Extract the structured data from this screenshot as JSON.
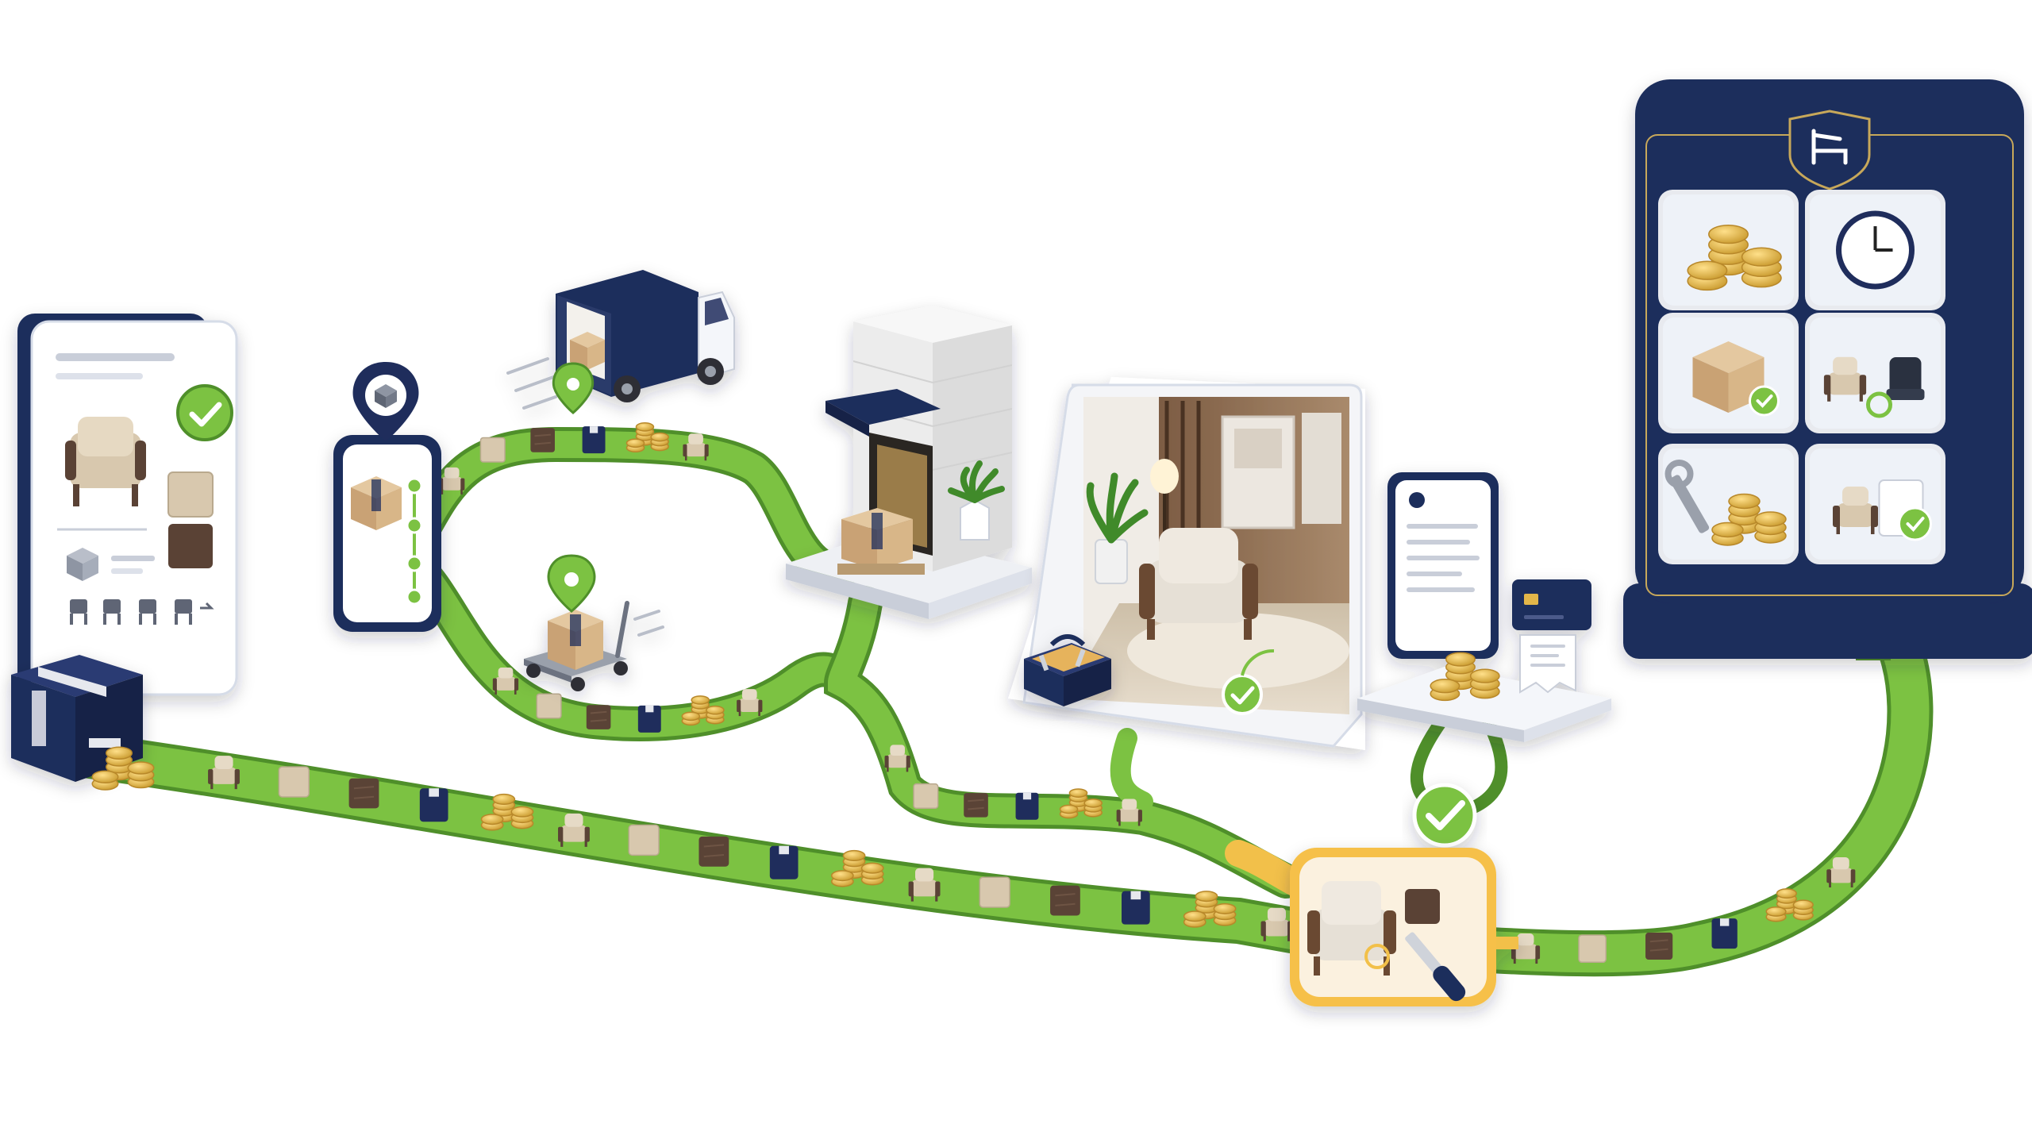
{
  "colors": {
    "navy": "#1f2d5c",
    "navy_dark": "#162246",
    "green": "#7cc242",
    "green_dark": "#4f8f2a",
    "gold": "#e3b64a",
    "amber": "#f2c04a",
    "fabric": "#d8c8ae",
    "walnut": "#5a4336",
    "panel": "#eef2f8",
    "white": "#ffffff"
  },
  "icons": {
    "catalog": "catalog-tablet-icon",
    "order_box": "order-box-icon",
    "tracking_phone": "tracking-phone-icon",
    "truck": "delivery-truck-icon",
    "cart": "hand-cart-icon",
    "pickup_point": "pickup-point-icon",
    "room": "room-setup-icon",
    "toolbox": "toolbox-icon",
    "invoice": "invoice-icon",
    "payment_card": "payment-card-icon",
    "repair_hub": "repair-hub-icon",
    "dashboard": "warranty-dashboard-icon"
  },
  "dashboard_tiles": [
    "coins-icon",
    "clock-icon",
    "box-check-icon",
    "chair-swap-icon",
    "wrench-coins-icon",
    "chair-document-check-icon"
  ],
  "item_cycle": [
    "chair",
    "fabric",
    "wood",
    "box",
    "coins"
  ]
}
